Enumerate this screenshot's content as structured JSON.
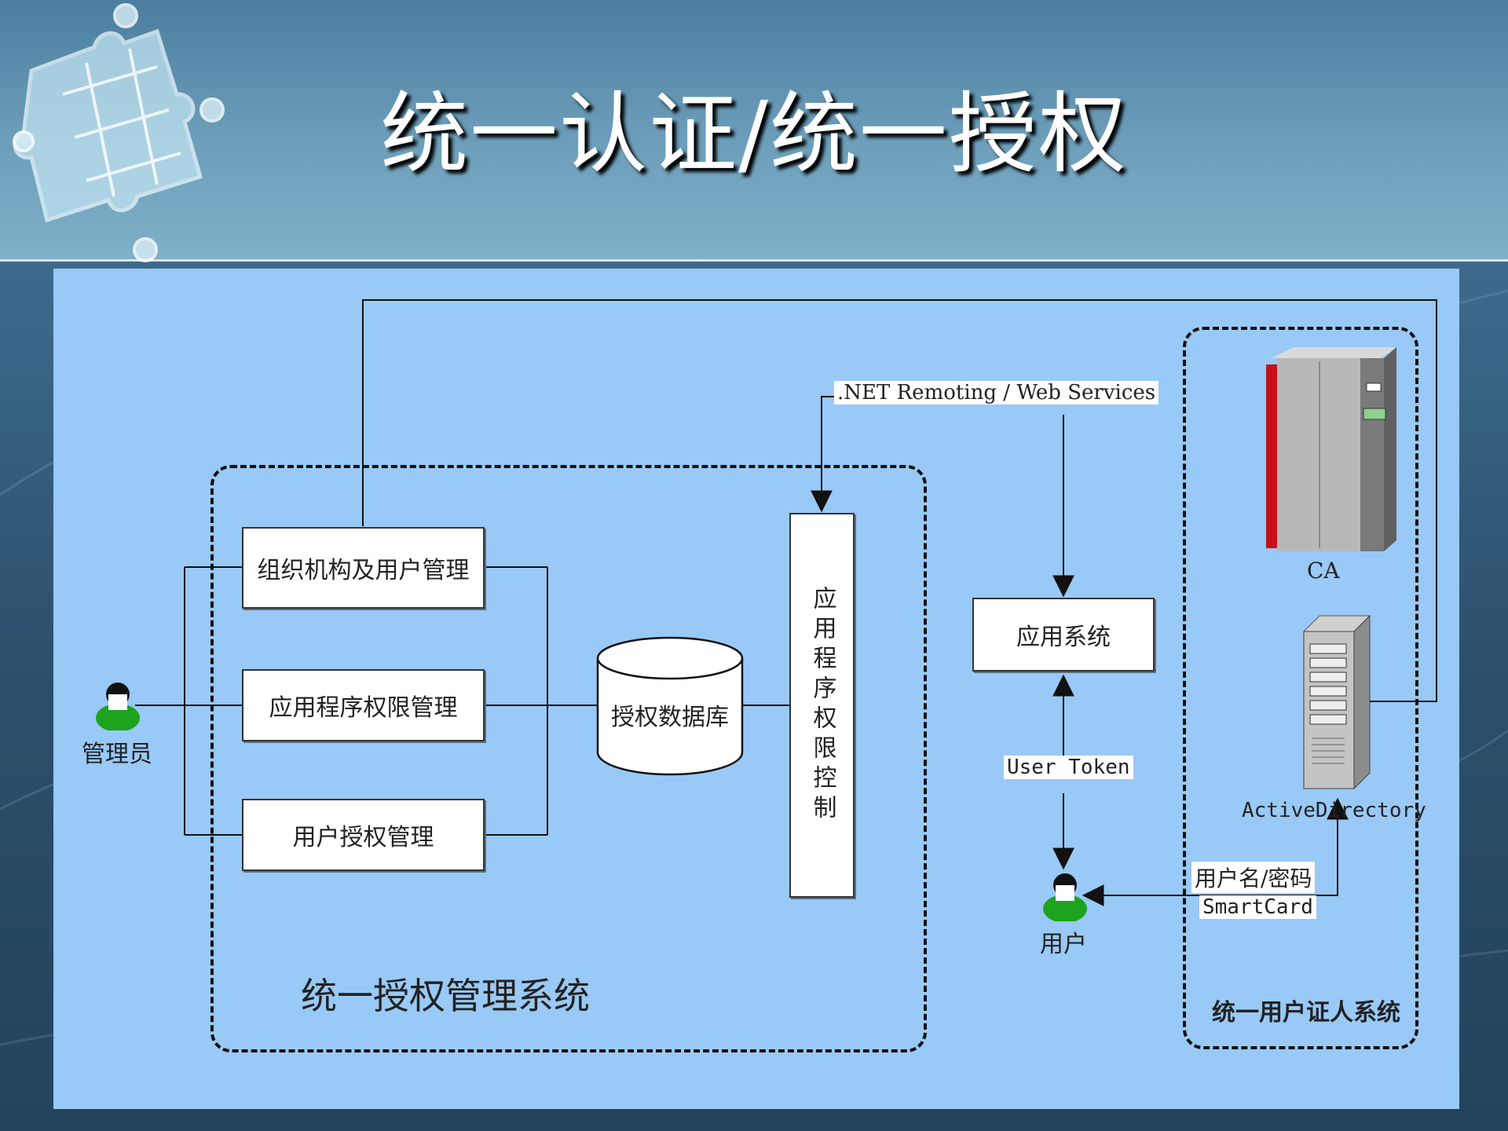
{
  "slide": {
    "title": "统一认证/统一授权"
  },
  "actors": {
    "admin": "管理员",
    "user": "用户"
  },
  "management": {
    "items": [
      "组织机构及用户管理",
      "应用程序权限管理",
      "用户授权管理"
    ],
    "database": "授权数据库",
    "access_control": "应用程序权限控制",
    "system_label": "统一授权管理系统"
  },
  "app": {
    "protocol": ".NET Remoting / Web Services",
    "system": "应用系统",
    "token": "User Token"
  },
  "auth_system": {
    "ca": "CA",
    "directory": "ActiveDirectory",
    "credentials_line1": "用户名/密码",
    "credentials_line2": "SmartCard",
    "system_label": "统一用户证人系统"
  },
  "colors": {
    "panel": "#99c9f6",
    "person": "#1ea31e",
    "server_red": "#c8101a"
  }
}
